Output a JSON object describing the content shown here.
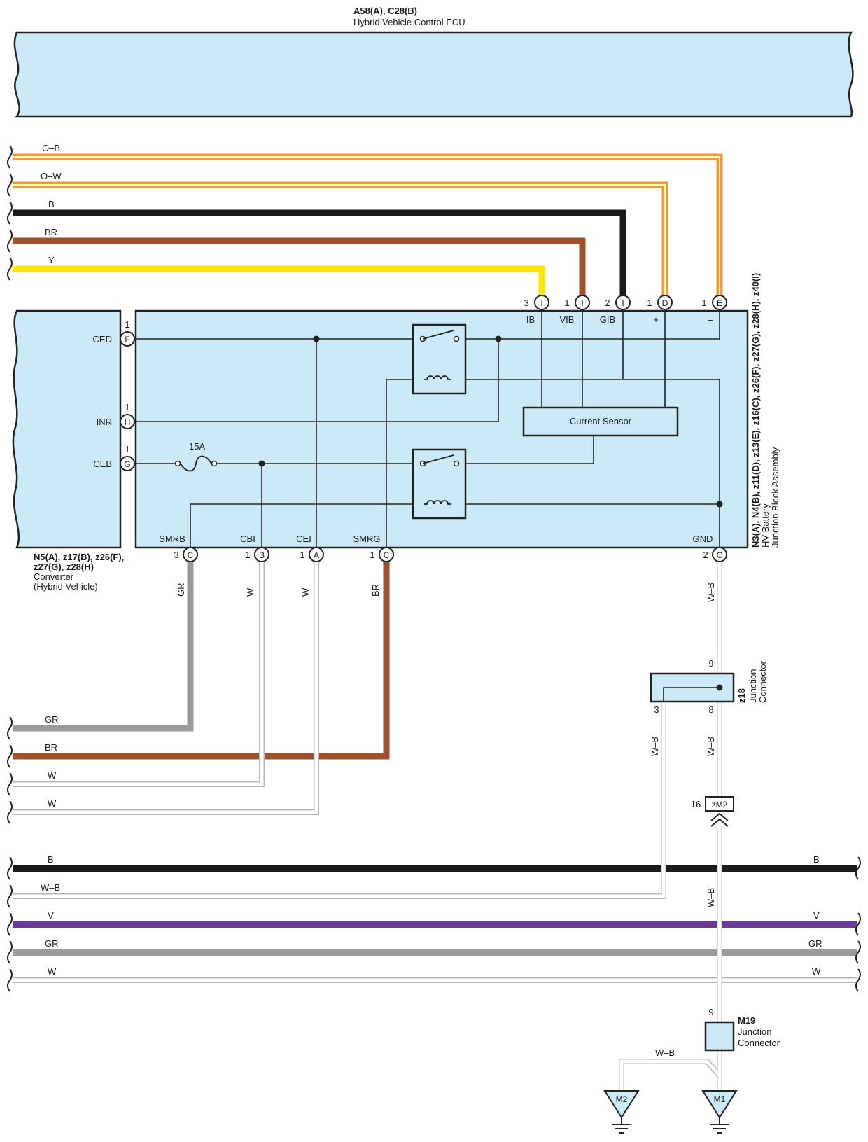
{
  "ecu": {
    "connectors": "A58(A), C28(B)",
    "name": "Hybrid Vehicle Control ECU"
  },
  "converter": {
    "connectors_line1": "N5(A), z17(B), z26(F),",
    "connectors_line2": "z27(G), z28(H)",
    "name_line1": "Converter",
    "name_line2": "(Hybrid Vehicle)"
  },
  "battery": {
    "connectors": "N3(A), N4(B), z11(D), z13(E), z16(C), z26(F), z27(G), z28(H), z40(I)",
    "name_line1": "HV Battery",
    "name_line2": "Junction Block Assembly",
    "current_sensor": "Current Sensor",
    "fuse": "15A"
  },
  "wires_top": [
    {
      "label": "O–B",
      "color": "#f39a2b"
    },
    {
      "label": "O–W",
      "color": "#f39a2b"
    },
    {
      "label": "B",
      "color": "#1a1a1a"
    },
    {
      "label": "BR",
      "color": "#a0522d"
    },
    {
      "label": "Y",
      "color": "#ffe600"
    }
  ],
  "top_pins": [
    {
      "num": "3",
      "letter": "I",
      "signal": "IB"
    },
    {
      "num": "1",
      "letter": "I",
      "signal": "VIB"
    },
    {
      "num": "2",
      "letter": "I",
      "signal": "GIB"
    },
    {
      "num": "1",
      "letter": "D",
      "signal": "+"
    },
    {
      "num": "1",
      "letter": "E",
      "signal": "–"
    }
  ],
  "left_pins": [
    {
      "num": "1",
      "letter": "F",
      "signal": "CED"
    },
    {
      "num": "1",
      "letter": "H",
      "signal": "INR"
    },
    {
      "num": "1",
      "letter": "G",
      "signal": "CEB"
    }
  ],
  "bottom_pins": [
    {
      "num": "3",
      "letter": "C",
      "signal": "SMRB",
      "wire": "GR"
    },
    {
      "num": "1",
      "letter": "B",
      "signal": "CBI",
      "wire": "W"
    },
    {
      "num": "1",
      "letter": "A",
      "signal": "CEI",
      "wire": "W"
    },
    {
      "num": "1",
      "letter": "C",
      "signal": "SMRG",
      "wire": "BR"
    },
    {
      "num": "2",
      "letter": "C",
      "signal": "GND",
      "wire": "W–B"
    }
  ],
  "wires_mid": [
    {
      "label": "GR",
      "color": "#9a9a9a"
    },
    {
      "label": "BR",
      "color": "#a0522d"
    },
    {
      "label": "W",
      "color": "#d0d0d0"
    },
    {
      "label": "W",
      "color": "#d0d0d0"
    }
  ],
  "wires_bottom": [
    {
      "label": "B",
      "right_label": "B",
      "color": "#1a1a1a"
    },
    {
      "label": "W–B",
      "right_label": "",
      "color": "#d0d0d0"
    },
    {
      "label": "V",
      "right_label": "V",
      "color": "#6b3a99"
    },
    {
      "label": "GR",
      "right_label": "GR",
      "color": "#9a9a9a"
    },
    {
      "label": "W",
      "right_label": "W",
      "color": "#d0d0d0"
    }
  ],
  "z18": {
    "id": "z18",
    "name_line1": "Junction",
    "name_line2": "Connector",
    "pin_in": "9",
    "pin_a": "3",
    "pin_b": "8"
  },
  "zm2": {
    "id": "zM2",
    "pin": "16"
  },
  "m19": {
    "id": "M19",
    "name_line1": "Junction",
    "name_line2": "Connector",
    "pin": "9"
  },
  "grounds": [
    "M2",
    "M1"
  ],
  "wb_labels": [
    "W–B",
    "W–B",
    "W–B",
    "W–B",
    "W–B"
  ]
}
